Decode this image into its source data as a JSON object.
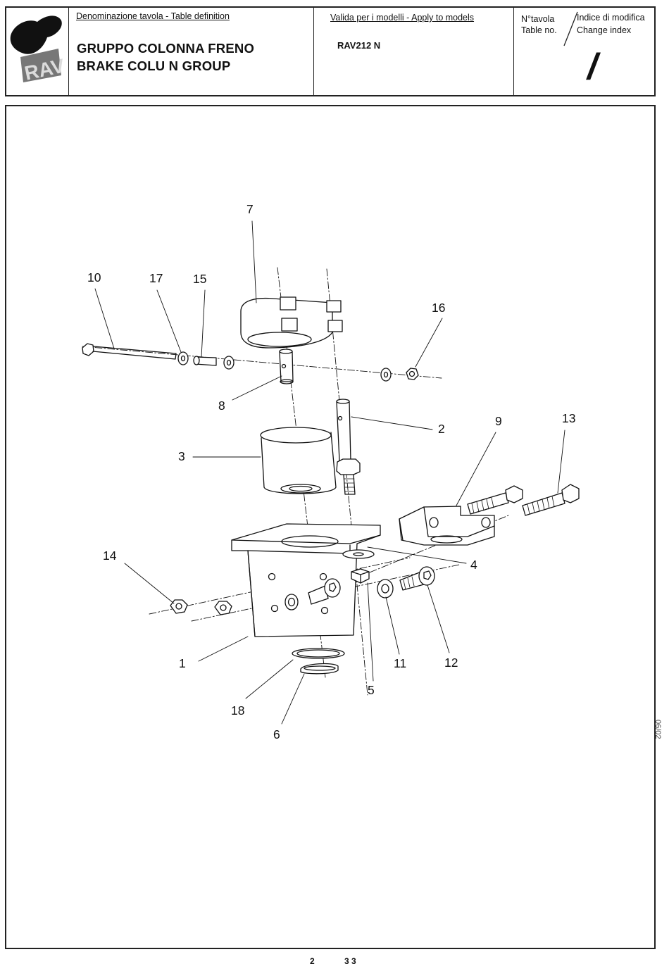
{
  "header": {
    "table_definition_label": "Denominazione tavola - Table definition",
    "title_it": "GRUPPO COLONNA FRENO",
    "title_en": "BRAKE COLU   N GROUP",
    "models_label": "Valida per i modelli - Apply to models",
    "model": "RAV212 N",
    "table_no_label_it": "N°tavola",
    "table_no_label_en": "Table no.",
    "change_index_label_it": "Indice di modifica",
    "change_index_label_en": "Change index",
    "change_index_value": "/"
  },
  "logo": {
    "text": "RAV",
    "icon": "rav-logo-icon"
  },
  "drawing": {
    "labels": [
      "1",
      "2",
      "3",
      "4",
      "5",
      "6",
      "7",
      "8",
      "9",
      "10",
      "11",
      "12",
      "13",
      "14",
      "15",
      "16",
      "17",
      "18"
    ]
  },
  "footer": {
    "page_left": "2",
    "page_right": "3 3",
    "side_date": "06/02"
  }
}
